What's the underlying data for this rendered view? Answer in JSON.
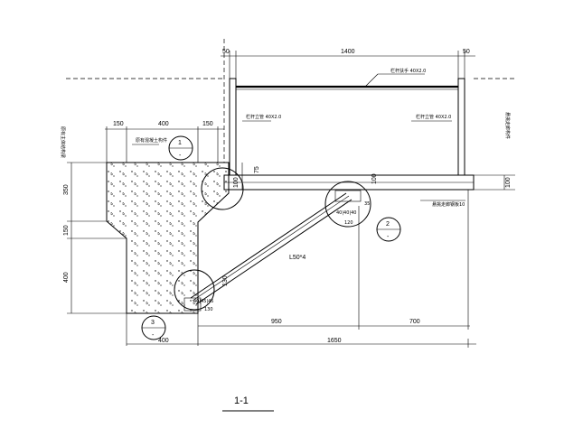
{
  "drawing": {
    "section_title": "1-1",
    "dims_top": [
      "50",
      "1400",
      "50"
    ],
    "dims_left_top": [
      "150",
      "400",
      "150"
    ],
    "dims_left_vertical": [
      "350",
      "150",
      "400"
    ],
    "dims_bottom_row1": [
      "950",
      "700"
    ],
    "dims_bottom_row2": [
      "400",
      "1650"
    ],
    "dim_slab_left": "100",
    "dim_slab_mid": "100",
    "dim_slab_right": "100",
    "dim_75": "75",
    "dim_130": "130",
    "dim_120": "120",
    "dim_40_top": "40|40|40",
    "dim_40_bottom": "40|45|45",
    "dim_35": "35",
    "label_steel_l": "L50*4",
    "label_top_rail": "栏杆扶手 40X2.0",
    "label_rail_left": "栏杆立管 40X2.0",
    "label_rail_right": "栏杆立管 40X2.0",
    "label_plate": "悬挑走廊钢板10",
    "label_left_vertical": "原有主体结构梁",
    "label_right_vertical": "悬挑走廊构件",
    "label_concrete": "原有混凝土构件",
    "callouts": [
      {
        "num": "1",
        "ref": "-"
      },
      {
        "num": "2",
        "ref": "-"
      },
      {
        "num": "3",
        "ref": "-"
      }
    ]
  }
}
